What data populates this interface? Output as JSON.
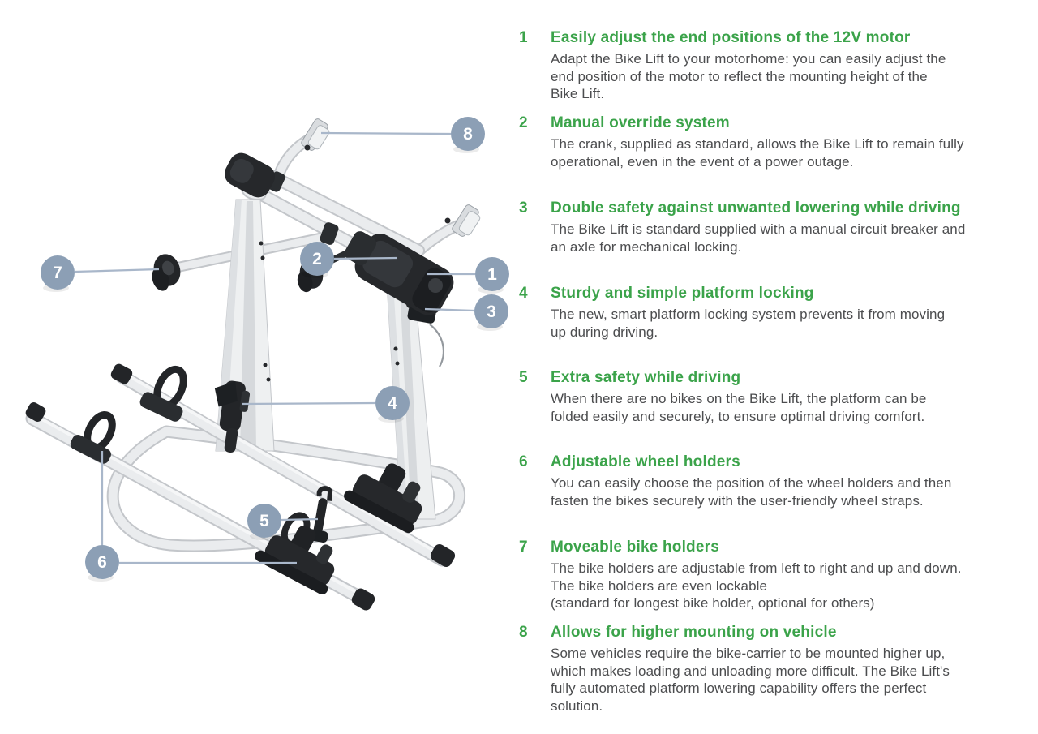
{
  "colors": {
    "accent_green": "#3ba34a",
    "body_text": "#4c4d4f",
    "callout_fill": "#8c9fb5",
    "callout_number": "#ffffff",
    "leader_line": "#a9b7ca",
    "background": "#ffffff"
  },
  "features": [
    {
      "number": "1",
      "title": "Easily adjust the end positions of the 12V motor",
      "body": "Adapt the Bike Lift to your motorhome: you can easily adjust the\nend position of the motor to reflect the mounting height of the\nBike Lift."
    },
    {
      "number": "2",
      "title": "Manual override system",
      "body": "The crank, supplied as standard, allows the Bike Lift to remain fully\noperational, even in the event of a power outage."
    },
    {
      "number": "3",
      "title": "Double safety against unwanted lowering while driving",
      "body": "The Bike Lift is standard supplied with a manual circuit breaker and\nan axle for mechanical locking."
    },
    {
      "number": "4",
      "title": "Sturdy and simple platform locking",
      "body": "The new, smart platform locking system prevents it from moving\nup during driving."
    },
    {
      "number": "5",
      "title": "Extra safety while driving",
      "body": "When there are no bikes on the Bike Lift, the platform can be\nfolded easily and securely, to ensure optimal driving comfort."
    },
    {
      "number": "6",
      "title": "Adjustable wheel holders",
      "body": "You can easily choose the position of the wheel holders and then\nfasten the bikes securely with the user-friendly wheel straps."
    },
    {
      "number": "7",
      "title": "Moveable bike holders",
      "body": "The bike holders are adjustable from left to right and up and down.\nThe bike holders are even lockable\n(standard for longest bike holder, optional for others)"
    },
    {
      "number": "8",
      "title": "Allows for higher mounting on vehicle",
      "body": "Some vehicles require the bike-carrier to be mounted higher up,\nwhich makes loading and unloading more difficult. The Bike Lift's\nfully automated platform lowering capability offers the perfect\nsolution."
    }
  ],
  "diagram": {
    "description": "Bike Lift rack illustration with numbered callouts",
    "callouts": [
      {
        "label": "1"
      },
      {
        "label": "2"
      },
      {
        "label": "3"
      },
      {
        "label": "4"
      },
      {
        "label": "5"
      },
      {
        "label": "6"
      },
      {
        "label": "7"
      },
      {
        "label": "8"
      }
    ]
  }
}
